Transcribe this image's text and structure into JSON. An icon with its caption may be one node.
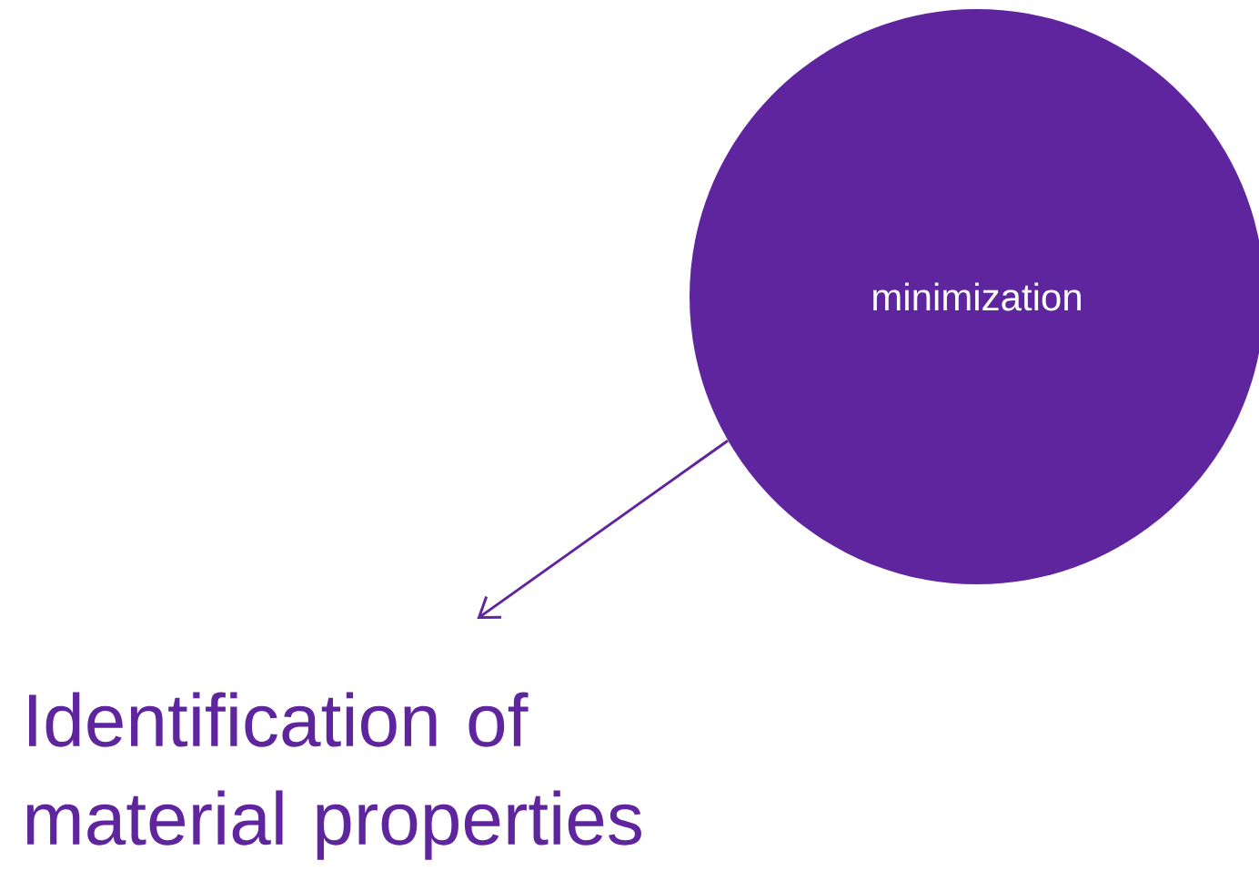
{
  "diagram": {
    "nodes": [
      {
        "text": [
          "minimization"
        ]
      },
      {
        "text": [
          "Identification of material properties"
        ]
      }
    ],
    "edges": [
      {
        "from": 0,
        "to": 1,
        "arrow": "to"
      }
    ]
  }
}
